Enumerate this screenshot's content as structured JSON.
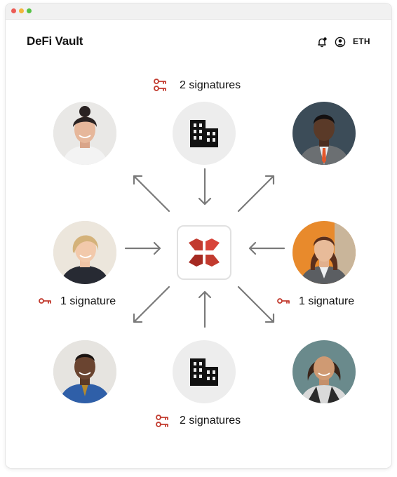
{
  "window": {
    "traffic_lights": [
      "#ec5b55",
      "#f1b63b",
      "#54c245"
    ]
  },
  "header": {
    "title": "DeFi Vault",
    "network": "ETH",
    "icons": [
      "bell-add-icon",
      "user-circle-icon"
    ]
  },
  "accent_color": "#c23b2f",
  "groups": {
    "top": {
      "signatures_label": "2 signatures"
    },
    "left": {
      "signatures_label": "1 signature"
    },
    "right": {
      "signatures_label": "1 signature"
    },
    "bottom": {
      "signatures_label": "2 signatures"
    }
  },
  "hub": {
    "icon": "vault-logo-icon"
  },
  "nodes": {
    "organizations": [
      "building-icon",
      "building-icon"
    ],
    "signers": [
      "signer-avatar-1",
      "signer-avatar-2",
      "signer-avatar-3",
      "signer-avatar-4",
      "signer-avatar-5",
      "signer-avatar-6"
    ]
  }
}
